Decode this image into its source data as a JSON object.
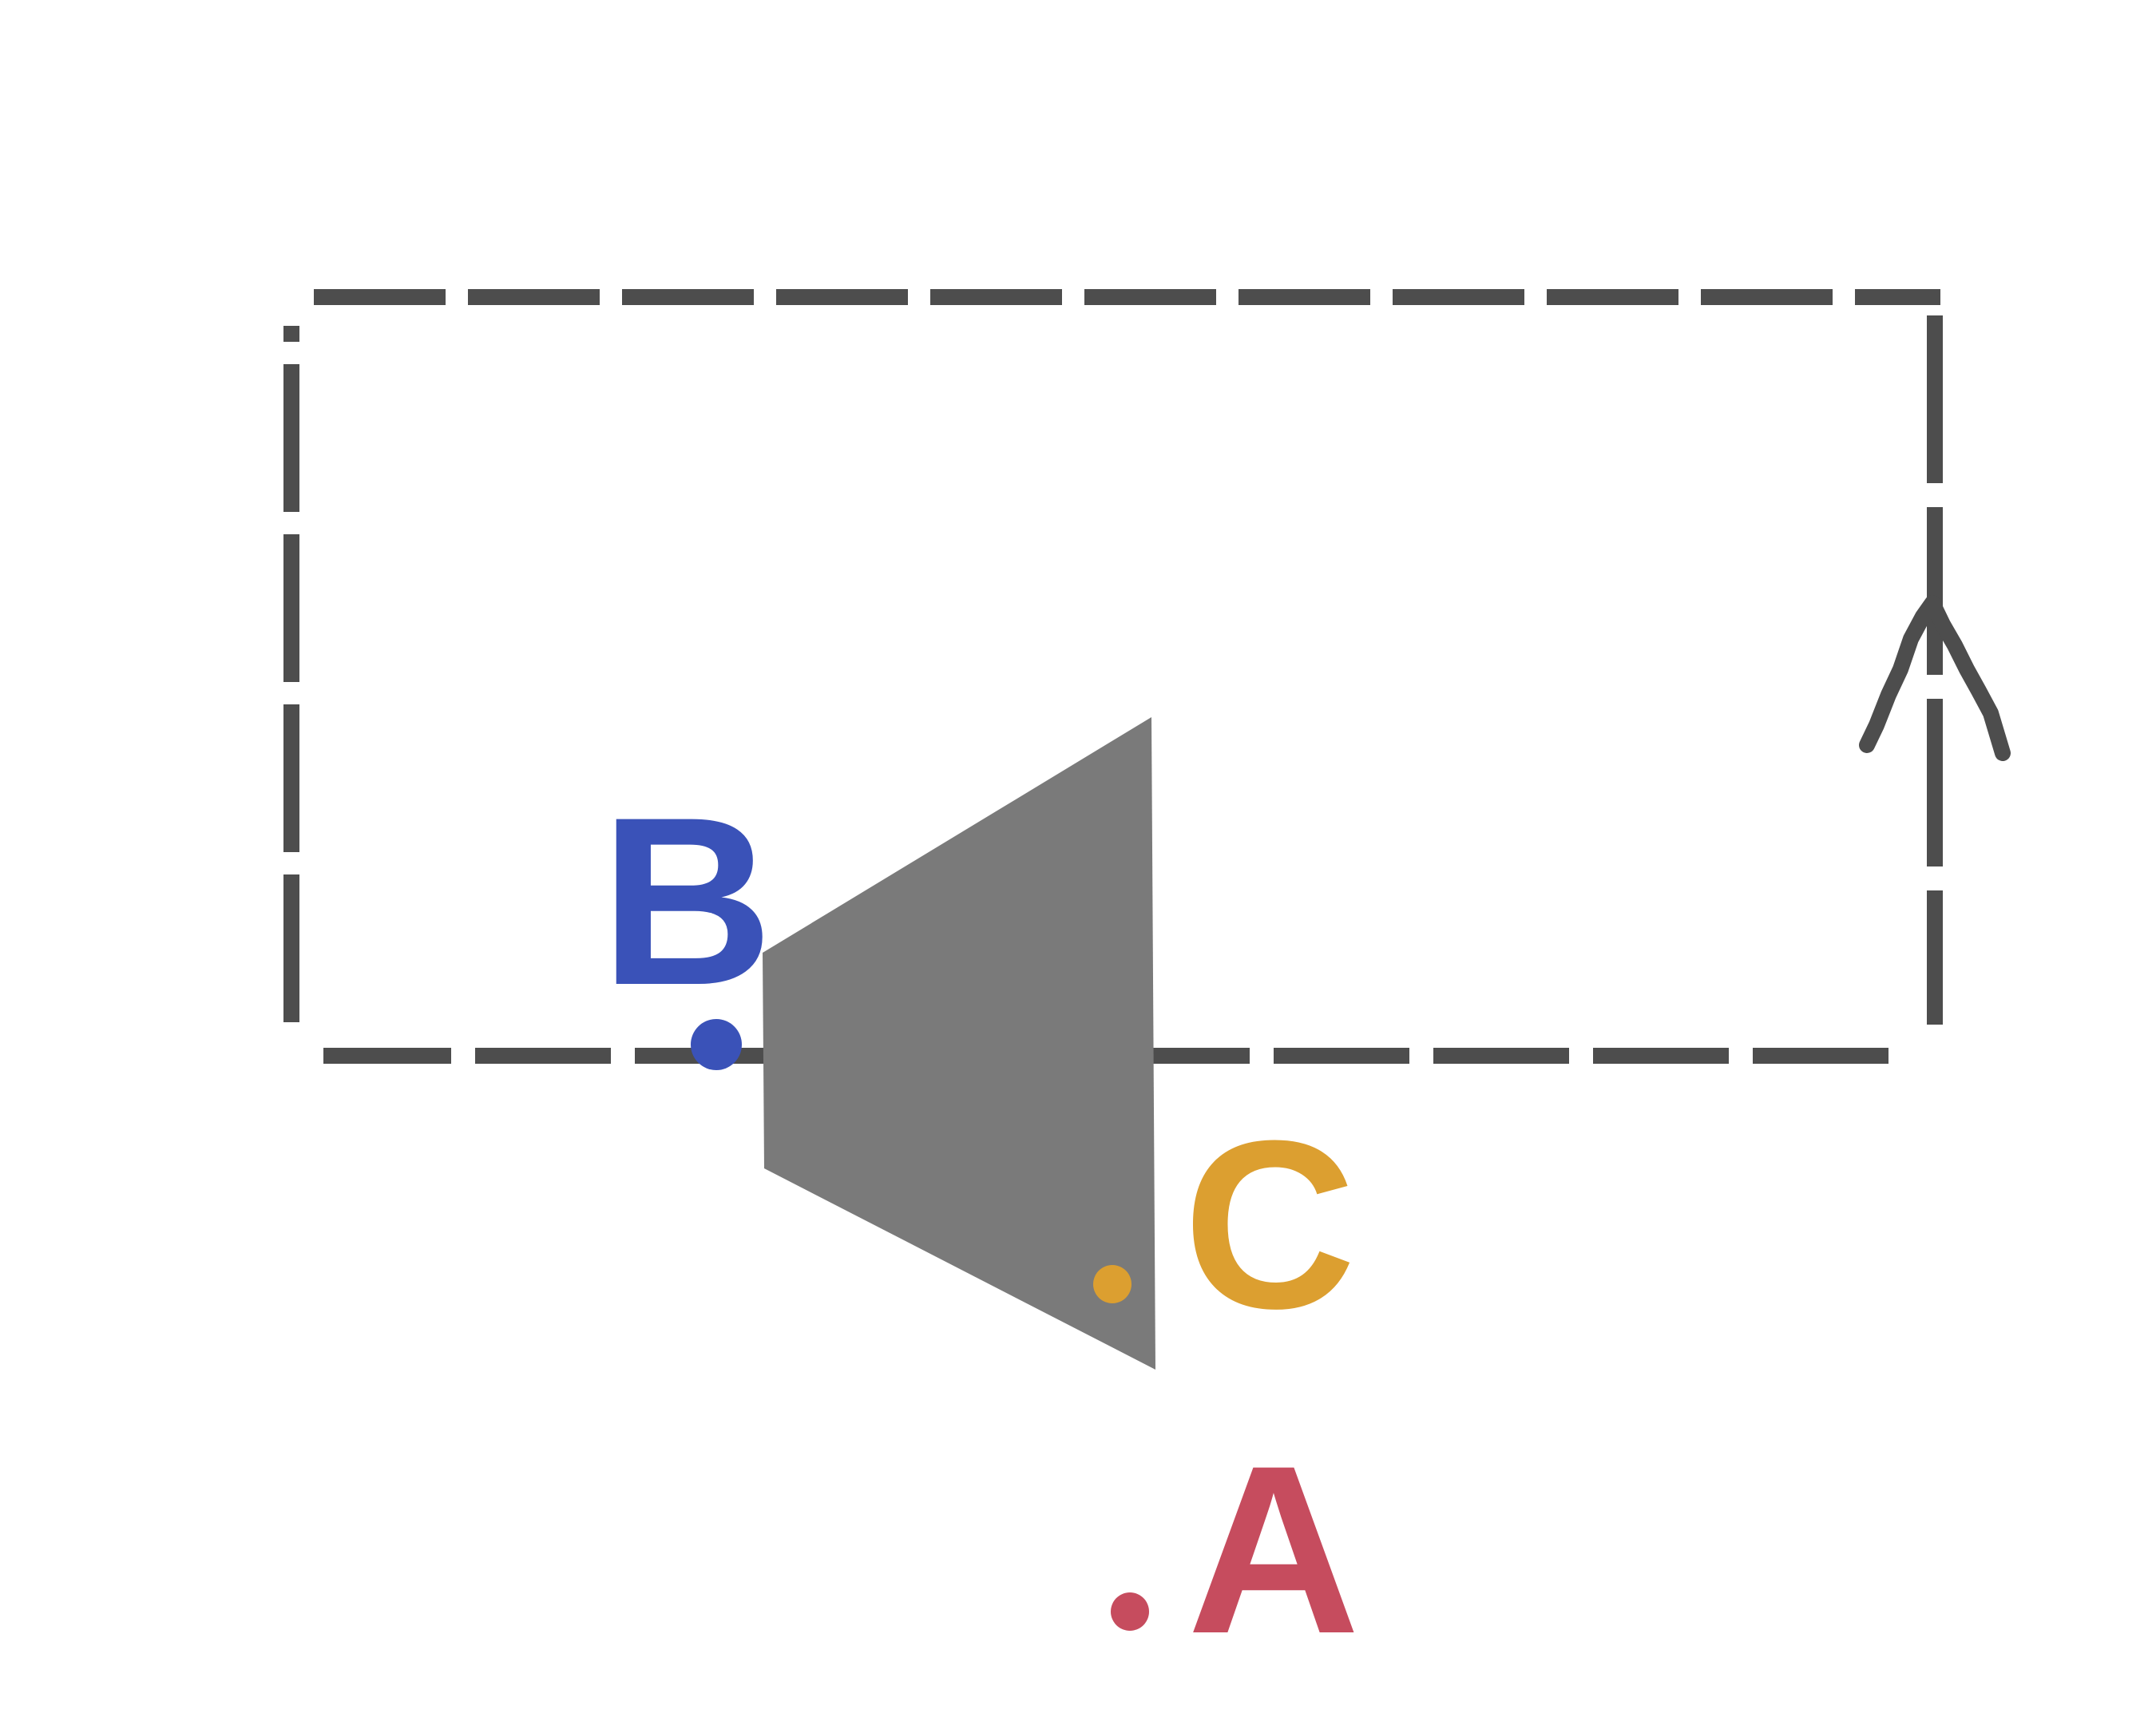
{
  "diagram": {
    "background": "#ffffff",
    "frame_color": "#4d4d4d",
    "shape_color": "#7a7a7a",
    "points": [
      {
        "id": "A",
        "label": "A",
        "color": "#c64c5e"
      },
      {
        "id": "B",
        "label": "B",
        "color": "#3a52b8"
      },
      {
        "id": "C",
        "label": "C",
        "color": "#dc9f30"
      }
    ],
    "shapes": [
      {
        "kind": "dashed-rectangle"
      },
      {
        "kind": "trapezoid"
      },
      {
        "kind": "arrowhead",
        "icon": "arrowhead-up-icon"
      }
    ]
  }
}
